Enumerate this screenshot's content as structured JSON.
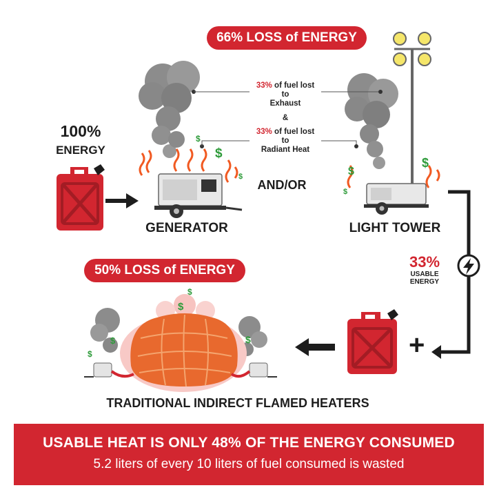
{
  "top_loss_label": "66% LOSS of ENERGY",
  "energy_input": {
    "percent": "100%",
    "label": "ENERGY"
  },
  "annotations": {
    "exhaust": {
      "pct": "33%",
      "text1": " of fuel lost",
      "text2": "to",
      "text3": "Exhaust"
    },
    "ampersand": "&",
    "radiant": {
      "pct": "33%",
      "text1": " of fuel lost",
      "text2": "to",
      "text3": "Radiant Heat"
    }
  },
  "generator_label": "GENERATOR",
  "and_or_label": "AND/OR",
  "light_tower_label": "LIGHT TOWER",
  "usable": {
    "percent": "33%",
    "line1": "USABLE",
    "line2": "ENERGY"
  },
  "heater_loss_label": "50% LOSS of ENERGY",
  "heaters_label": "TRADITIONAL INDIRECT FLAMED HEATERS",
  "plus_sign": "+",
  "dollar_sign": "$",
  "banner": {
    "line1": "USABLE HEAT IS ONLY 48% OF THE ENERGY CONSUMED",
    "line2": "5.2 liters of every 10 liters of fuel consumed is wasted"
  },
  "colors": {
    "accent_red": "#d22630",
    "smoke_gray": "#8c8c8c",
    "heat_orange": "#f15a22",
    "dollar_green": "#2e9b3a",
    "dark": "#1d1d1d"
  }
}
